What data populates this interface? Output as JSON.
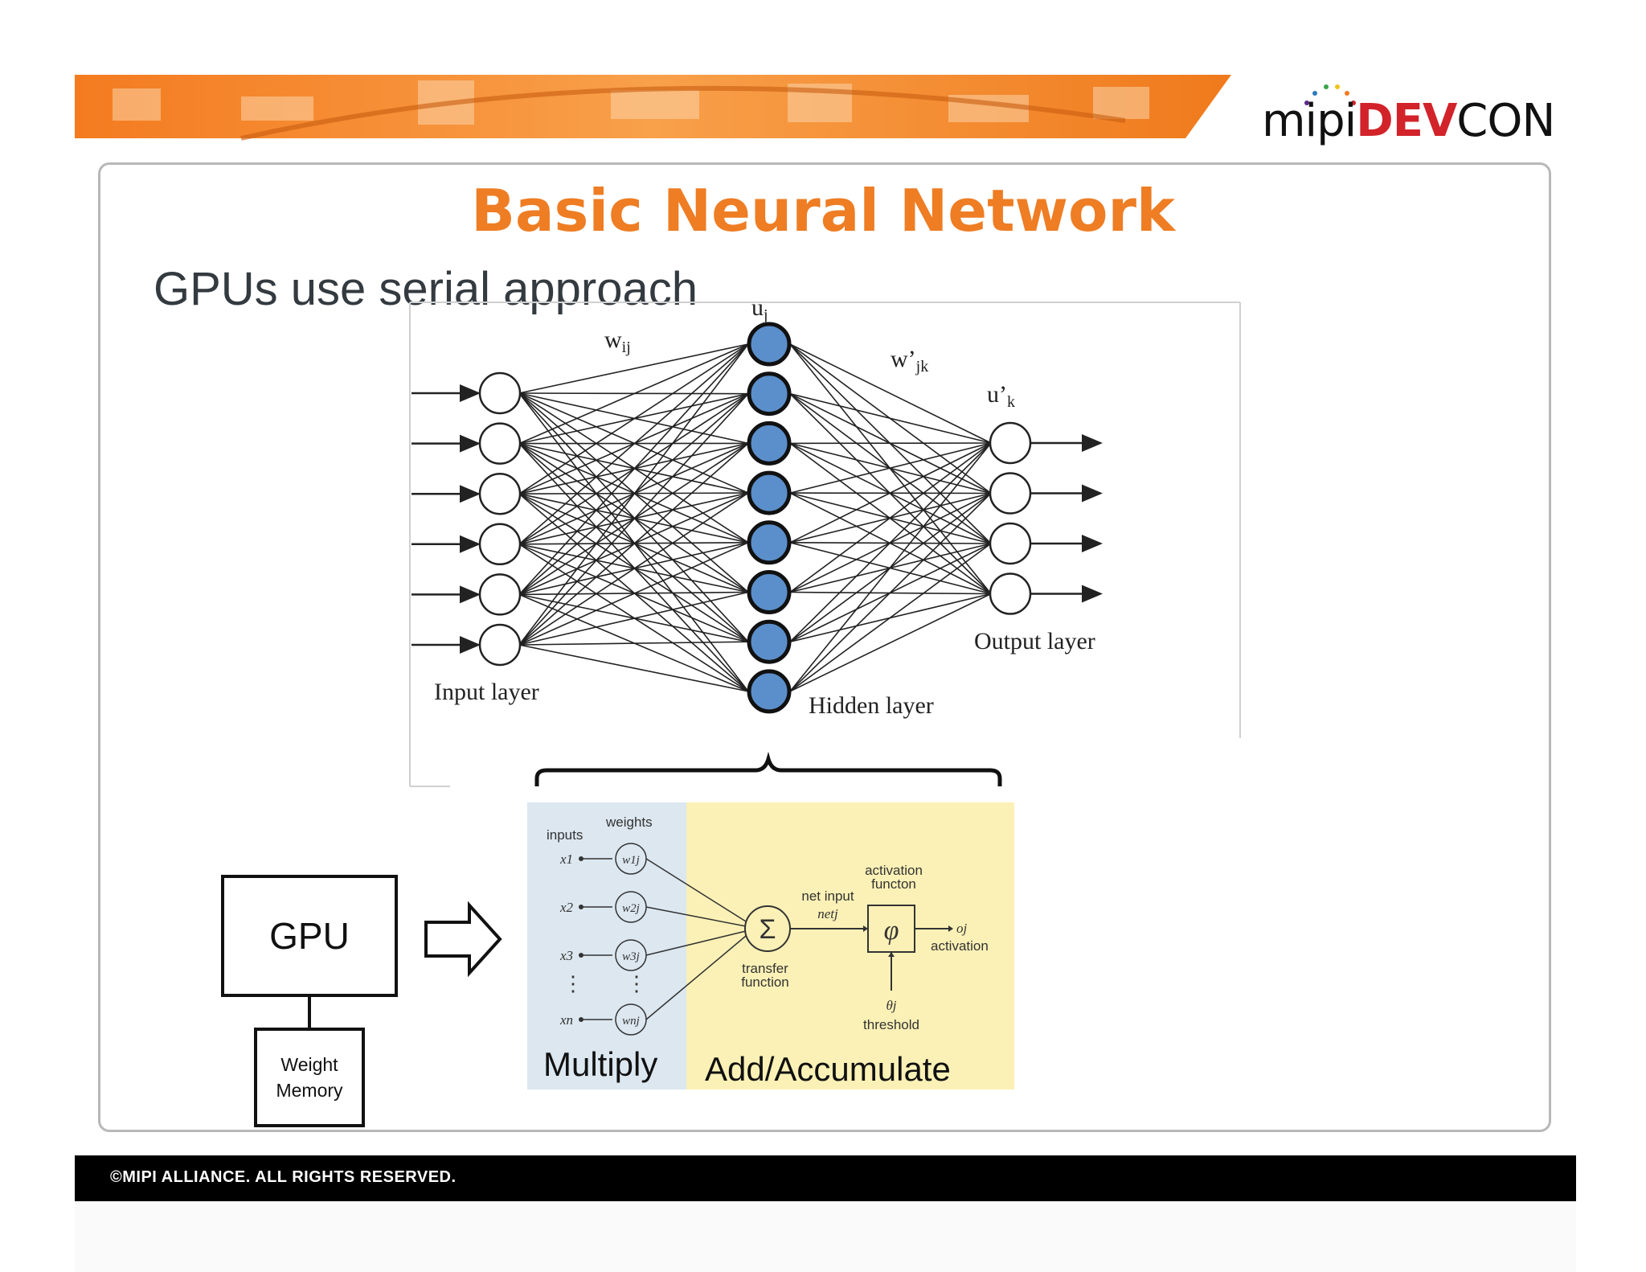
{
  "logo": {
    "mipi": "mipi",
    "dev": "DEV",
    "con": "CON"
  },
  "slide": {
    "title": "Basic Neural Network",
    "subtitle": "GPUs use serial approach"
  },
  "network": {
    "labels": {
      "u_j": "u",
      "u_j_sub": "j",
      "w_ij": "w",
      "w_ij_sub": "ij",
      "w_jk": "w’",
      "w_jk_sub": "jk",
      "u_k": "u’",
      "u_k_sub": "k",
      "input_layer": "Input layer",
      "hidden_layer": "Hidden layer",
      "output_layer": "Output layer"
    },
    "input_nodes": 6,
    "hidden_nodes": 8,
    "output_nodes": 4,
    "colors": {
      "hidden_fill": "#5b8fcb",
      "line": "#222222"
    }
  },
  "neuron": {
    "inputs_label": "inputs",
    "weights_label": "weights",
    "inputs": [
      "x1",
      "x2",
      "x3",
      "xn"
    ],
    "weights": [
      "w1j",
      "w2j",
      "w3j",
      "wnj"
    ],
    "sigma": "Σ",
    "phi": "φ",
    "net_input_label": "net input",
    "net_label": "netj",
    "activation_function_label_1": "activation",
    "activation_function_label_2": "functon",
    "output_label": "oj",
    "activation_label": "activation",
    "transfer_label_1": "transfer",
    "transfer_label_2": "function",
    "threshold_symbol": "θj",
    "threshold_label": "threshold",
    "dots": "⋮",
    "multiply_label": "Multiply",
    "accumulate_label": "Add/Accumulate",
    "colors": {
      "multiply_bg": "#dce7f0",
      "accumulate_bg": "#fbf1b6"
    }
  },
  "gpu": {
    "label": "GPU",
    "memory_line1": "Weight",
    "memory_line2": "Memory"
  },
  "footer": {
    "text": "©MIPI ALLIANCE. ALL RIGHTS RESERVED."
  }
}
